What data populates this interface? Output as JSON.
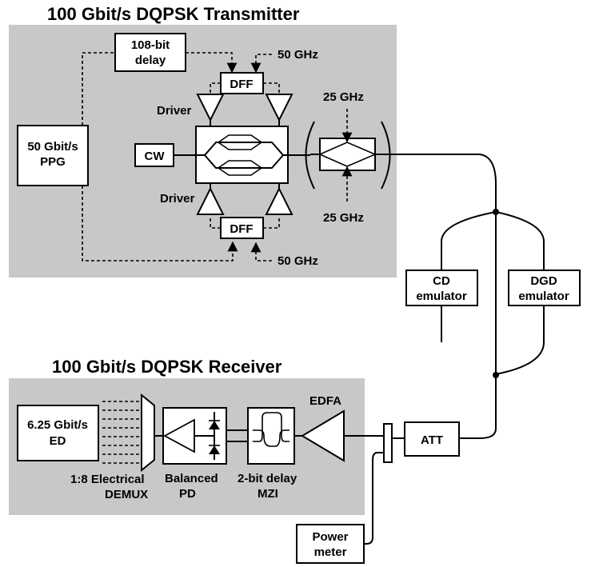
{
  "transmitter": {
    "title": "100 Gbit/s DQPSK Transmitter",
    "ppg_line1": "50 Gbit/s",
    "ppg_line2": "PPG",
    "delay_line1": "108-bit",
    "delay_line2": "delay",
    "cw": "CW",
    "dff_top": "DFF",
    "dff_bottom": "DFF",
    "driver_top": "Driver",
    "driver_bottom": "Driver",
    "clock_top": "50 GHz",
    "clock_bottom": "50 GHz",
    "rz_clock_top": "25 GHz",
    "rz_clock_bottom": "25 GHz"
  },
  "link": {
    "cd_line1": "CD",
    "cd_line2": "emulator",
    "dgd_line1": "DGD",
    "dgd_line2": "emulator"
  },
  "receiver": {
    "title": "100 Gbit/s DQPSK Receiver",
    "ed_line1": "6.25 Gbit/s",
    "ed_line2": "ED",
    "demux_line1": "1:8 Electrical",
    "demux_line2": "DEMUX",
    "pd_line1": "Balanced",
    "pd_line2": "PD",
    "mzi_line1": "2-bit delay",
    "mzi_line2": "MZI",
    "edfa": "EDFA",
    "att": "ATT",
    "power_line1": "Power",
    "power_line2": "meter"
  },
  "colors": {
    "panel": "#c8c8c8",
    "line": "#000000",
    "box": "#ffffff"
  }
}
